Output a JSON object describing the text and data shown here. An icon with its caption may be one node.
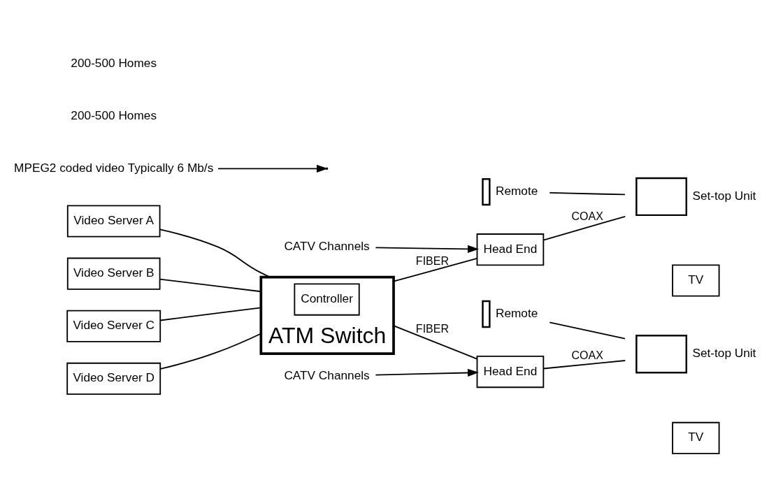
{
  "diagram": {
    "nodes": [
      {
        "text": [
          "ATM Switch"
        ]
      },
      {
        "text": [
          "Controller"
        ],
        "in": 0
      },
      {
        "text": [
          "Video Server A"
        ]
      },
      {
        "text": [
          "Video Server B"
        ]
      },
      {
        "text": [
          "Video Server C"
        ]
      },
      {
        "text": [
          "Video Server D"
        ]
      },
      {
        "text": [
          "CATV Channels"
        ]
      },
      {
        "text": [
          "Head End"
        ]
      },
      {
        "text": [],
        "shape": "box",
        "beside": [
          "Set-top Unit"
        ]
      },
      {
        "text": [
          "TV"
        ]
      },
      {
        "text": [],
        "shape": "bar",
        "beside": [
          "Remote"
        ]
      },
      {
        "text": [
          "MPEG2 coded video Typically 6 Mb/s"
        ]
      },
      {
        "text": [
          "CATV Channels"
        ]
      },
      {
        "text": [
          "Head End"
        ]
      },
      {
        "text": [],
        "shape": "box",
        "beside": [
          "Set-top Unit"
        ]
      },
      {
        "text": [
          "TV"
        ]
      },
      {
        "text": [],
        "shape": "bar",
        "beside": [
          "Remote"
        ]
      }
    ],
    "edges": [
      {
        "from": 2,
        "to": 0,
        "arrow": "none"
      },
      {
        "from": 3,
        "to": 0,
        "arrow": "none"
      },
      {
        "from": 4,
        "to": 0,
        "arrow": "none"
      },
      {
        "from": 5,
        "to": 0,
        "arrow": "none"
      },
      {
        "from": 0,
        "to": 7,
        "arrow": "none",
        "label": "FIBER"
      },
      {
        "from": 6,
        "to": 7,
        "arrow": "to"
      },
      {
        "from": 7,
        "to": 8,
        "arrow": "none",
        "label": "COAX"
      },
      {
        "from": 10,
        "to": 8,
        "arrow": "none"
      },
      {
        "from": 11,
        "to": null,
        "arrow": "to"
      },
      {
        "from": 0,
        "to": 13,
        "arrow": "none",
        "label": "FIBER"
      },
      {
        "from": 12,
        "to": 13,
        "arrow": "to"
      },
      {
        "from": 13,
        "to": 14,
        "arrow": "none",
        "label": "COAX"
      },
      {
        "from": 16,
        "to": 14,
        "arrow": "none"
      }
    ],
    "labels": [
      "200-500 Homes",
      "200-500 Homes"
    ]
  }
}
